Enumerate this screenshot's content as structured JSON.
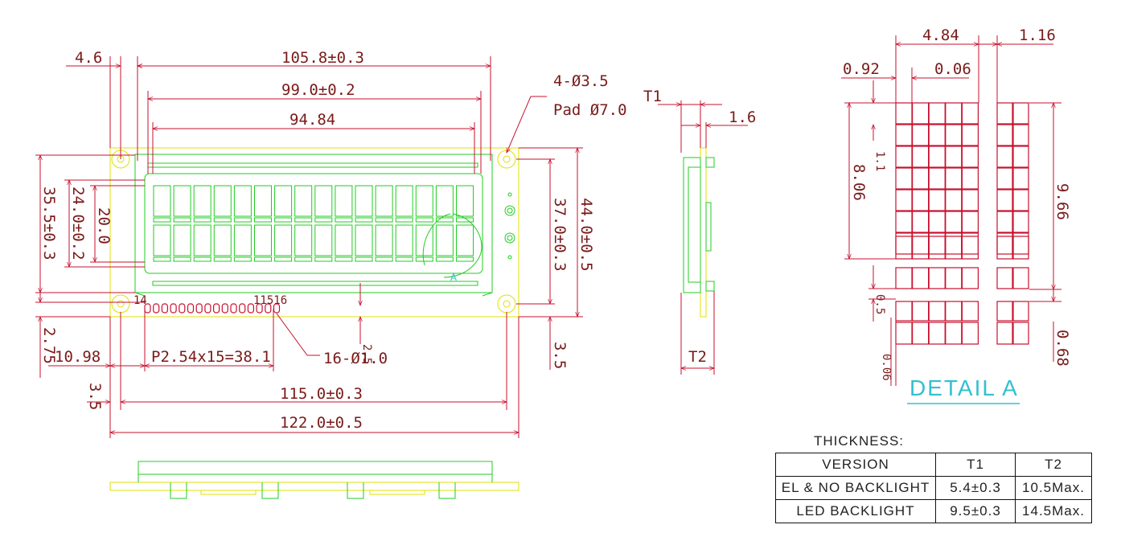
{
  "front_view": {
    "dims": {
      "width_outer": "105.8±0.3",
      "width_va": "99.0±0.2",
      "width_aa": "94.84",
      "left_offset": "4.6",
      "hole_spec": "4-Ø3.5",
      "pad_spec": "Pad Ø7.0",
      "height_total": "44.0±0.5",
      "height_hole": "37.0±0.3",
      "height_va": "35.5±0.3",
      "height_aa": "24.0±0.2",
      "height_char": "20.0",
      "bottom_offset": "2.75",
      "pin_offset": "10.98",
      "pin_pitch": "P2.54x15=38.1",
      "pin_holes": "16-Ø1.0",
      "pin_hole_dim": "2.5",
      "hole_edge": "3.5",
      "hole_span": "115.0±0.3",
      "pcb_width": "122.0±0.5",
      "left_edge": "3.5"
    },
    "pin_labels": {
      "first": "14",
      "mid": "11516"
    },
    "detail_marker": "A"
  },
  "side_view": {
    "t1": "T1",
    "t2": "T2",
    "pcb_thickness": "1.6"
  },
  "detail_a": {
    "title": "DETAIL A",
    "dims": {
      "char_width": "4.84",
      "gap": "1.16",
      "dot_pitch_left": "0.92",
      "dot_gap": "0.06",
      "dot_height": "1.1",
      "char_height": "8.06",
      "cursor_height": "9.66",
      "cursor_gap": "0.5",
      "bottom_gap": "0.06",
      "cursor_thick": "0.68"
    }
  },
  "thickness_table": {
    "title": "THICKNESS:",
    "headers": [
      "VERSION",
      "T1",
      "T2"
    ],
    "rows": [
      [
        "EL & NO BACKLIGHT",
        "5.4±0.3",
        "10.5Max."
      ],
      [
        "LED BACKLIGHT",
        "9.5±0.3",
        "14.5Max."
      ]
    ]
  }
}
